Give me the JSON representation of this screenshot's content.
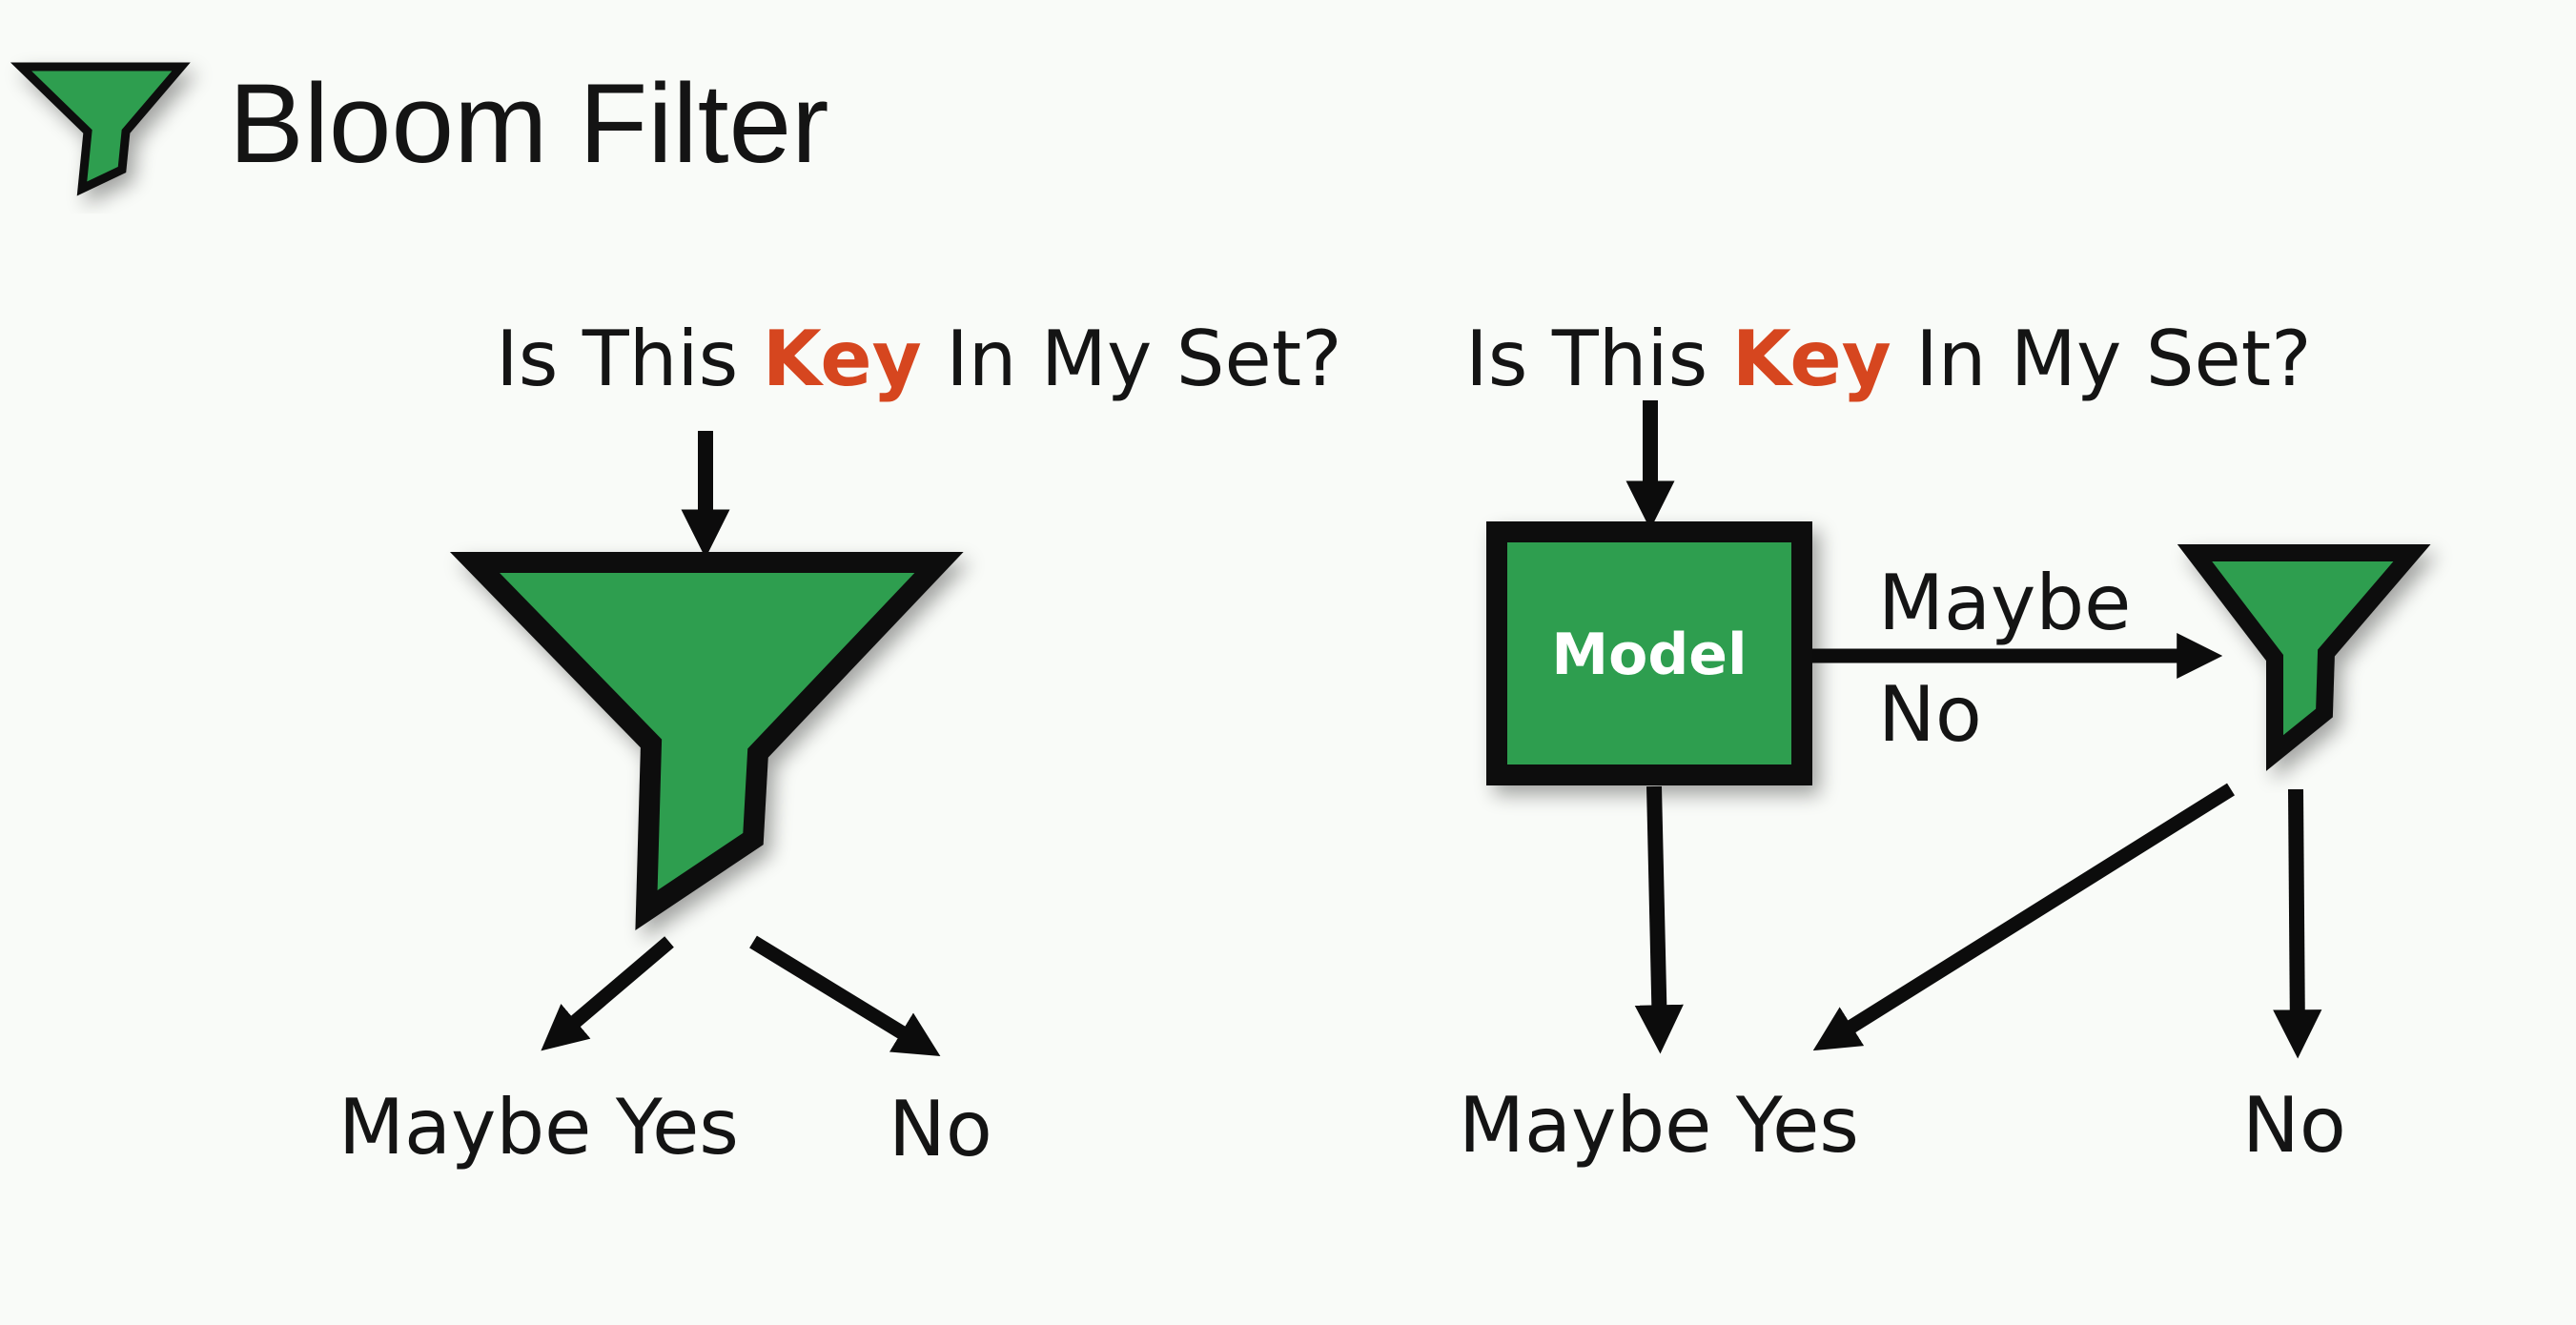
{
  "header": {
    "title": "Bloom Filter",
    "logo_icon": "funnel-icon"
  },
  "left_diagram": {
    "question": {
      "prefix": "Is This ",
      "keyword": "Key",
      "suffix": " In My Set?"
    },
    "filter_icon": "funnel-icon",
    "outcome_yes": "Maybe Yes",
    "outcome_no": "No"
  },
  "right_diagram": {
    "question": {
      "prefix": "Is This ",
      "keyword": "Key",
      "suffix": " In My Set?"
    },
    "model_label": "Model",
    "edge_maybe": "Maybe",
    "edge_no": "No",
    "filter_icon": "funnel-icon",
    "outcome_yes": "Maybe Yes",
    "outcome_no": "No"
  },
  "colors": {
    "background": "#f9fbf8",
    "funnel_fill": "#2f9e4f",
    "outline": "#0c0c0c",
    "keyword": "#d6461f",
    "text": "#141414"
  }
}
